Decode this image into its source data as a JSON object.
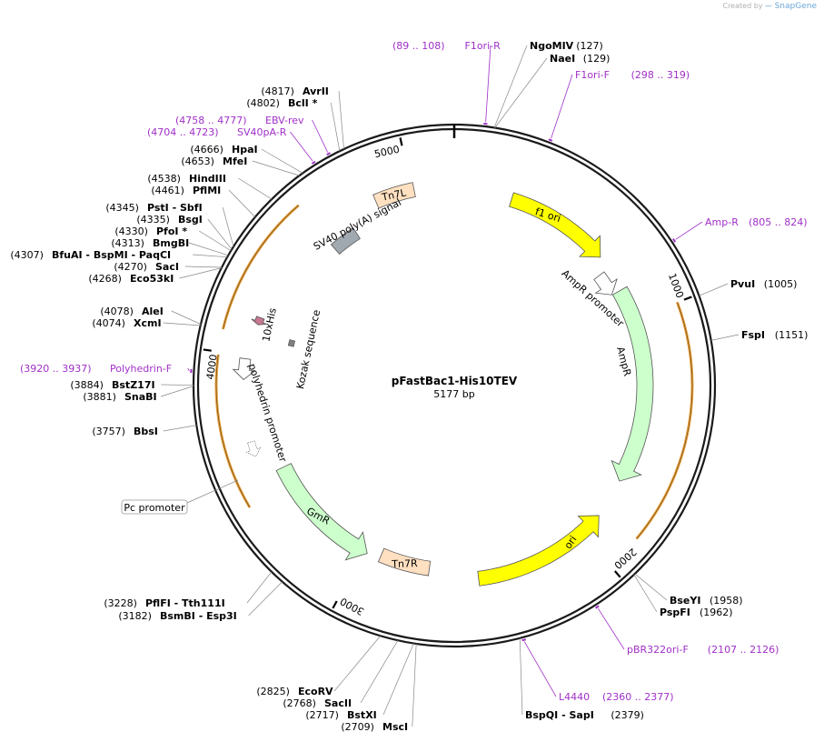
{
  "credit": {
    "prefix": "Created by",
    "brand": "SnapGene"
  },
  "plasmid": {
    "name": "pFastBac1-His10TEV",
    "size_label": "5177 bp",
    "length": 5177
  },
  "ticks": [
    {
      "bp": 1000,
      "label": "1000"
    },
    {
      "bp": 2000,
      "label": "2000"
    },
    {
      "bp": 3000,
      "label": "3000"
    },
    {
      "bp": 4000,
      "label": "4000"
    },
    {
      "bp": 5000,
      "label": "5000"
    }
  ],
  "sites": [
    {
      "name": "NgoMIV",
      "pos": "(127)",
      "bp": 127
    },
    {
      "name": "NaeI",
      "pos": "(129)",
      "bp": 129
    },
    {
      "name": "PvuI",
      "pos": "(1005)",
      "bp": 1005
    },
    {
      "name": "FspI",
      "pos": "(1151)",
      "bp": 1151
    },
    {
      "name": "BseYI",
      "pos": "(1958)",
      "bp": 1958
    },
    {
      "name": "PspFI",
      "pos": "(1962)",
      "bp": 1962
    },
    {
      "name": "BspQI - SapI",
      "pos": "(2379)",
      "bp": 2379
    },
    {
      "name": "MscI",
      "pos": "(2709)",
      "bp": 2709
    },
    {
      "name": "BstXI",
      "pos": "(2717)",
      "bp": 2717
    },
    {
      "name": "SacII",
      "pos": "(2768)",
      "bp": 2768
    },
    {
      "name": "EcoRV",
      "pos": "(2825)",
      "bp": 2825
    },
    {
      "name": "BsmBI - Esp3I",
      "pos": "(3182)",
      "bp": 3182
    },
    {
      "name": "PflFI - Tth111I",
      "pos": "(3228)",
      "bp": 3228
    },
    {
      "name": "BbsI",
      "pos": "(3757)",
      "bp": 3757
    },
    {
      "name": "SnaBI",
      "pos": "(3881)",
      "bp": 3881
    },
    {
      "name": "BstZ17I",
      "pos": "(3884)",
      "bp": 3884
    },
    {
      "name": "XcmI",
      "pos": "(4074)",
      "bp": 4074
    },
    {
      "name": "AleI",
      "pos": "(4078)",
      "bp": 4078
    },
    {
      "name": "Eco53kI",
      "pos": "(4268)",
      "bp": 4268
    },
    {
      "name": "SacI",
      "pos": "(4270)",
      "bp": 4270
    },
    {
      "name": "BfuAI - BspMI - PaqCI",
      "pos": "(4307)",
      "bp": 4307
    },
    {
      "name": "BmgBI",
      "pos": "(4313)",
      "bp": 4313
    },
    {
      "name": "PfoI *",
      "pos": "(4330)",
      "bp": 4330
    },
    {
      "name": "BsgI",
      "pos": "(4335)",
      "bp": 4335
    },
    {
      "name": "PstI - SbfI",
      "pos": "(4345)",
      "bp": 4345
    },
    {
      "name": "PflMI",
      "pos": "(4461)",
      "bp": 4461
    },
    {
      "name": "HindIII",
      "pos": "(4538)",
      "bp": 4538
    },
    {
      "name": "MfeI",
      "pos": "(4653)",
      "bp": 4653
    },
    {
      "name": "HpaI",
      "pos": "(4666)",
      "bp": 4666
    },
    {
      "name": "BclI *",
      "pos": "(4802)",
      "bp": 4802
    },
    {
      "name": "AvrII",
      "pos": "(4817)",
      "bp": 4817
    }
  ],
  "primers": [
    {
      "name": "F1ori-R",
      "range": "(89 .. 108)",
      "bp": 98
    },
    {
      "name": "F1ori-F",
      "range": "(298 .. 319)",
      "bp": 308
    },
    {
      "name": "Amp-R",
      "range": "(805 .. 824)",
      "bp": 814
    },
    {
      "name": "pBR322ori-F",
      "range": "(2107 .. 2126)",
      "bp": 2116
    },
    {
      "name": "L4440",
      "range": "(2360 .. 2377)",
      "bp": 2368
    },
    {
      "name": "Polyhedrin-F",
      "range": "(3920 .. 3937)",
      "bp": 3928
    },
    {
      "name": "SV40pA-R",
      "range": "(4704 .. 4723)",
      "bp": 4713
    },
    {
      "name": "EBV-rev",
      "range": "(4758 .. 4777)",
      "bp": 4767
    }
  ],
  "features": [
    {
      "name": "f1 ori",
      "start": 246,
      "end": 701,
      "color": "#ffff00"
    },
    {
      "name": "AmpR promoter",
      "start": 760,
      "end": 864,
      "color": "#ffffff"
    },
    {
      "name": "AmpR",
      "start": 866,
      "end": 1726,
      "color": "#ccffcc"
    },
    {
      "name": "ori",
      "start": 1897,
      "end": 2485,
      "color": "#ffff00"
    },
    {
      "name": "Tn7R",
      "start": 2700,
      "end": 2924,
      "color": "#ffe0c0"
    },
    {
      "name": "GmR",
      "start": 2983,
      "end": 3516,
      "color": "#ccffcc"
    },
    {
      "name": "Pc promoter",
      "start": 3600,
      "end": 3640,
      "color": "#ffffff"
    },
    {
      "name": "polyhedrin promoter",
      "start": 3906,
      "end": 3988,
      "color": "#ffffff"
    },
    {
      "name": "10xHis",
      "start": 4130,
      "end": 4160,
      "color": "#c87890"
    },
    {
      "name": "Kozak sequence",
      "start": 4088,
      "end": 4097,
      "color": "#808080"
    },
    {
      "name": "SV40 poly(A) signal",
      "start": 4585,
      "end": 4707,
      "color": "#a0a8b0"
    },
    {
      "name": "Tn7L",
      "start": 4845,
      "end": 5010,
      "color": "#ffe0c0"
    }
  ],
  "colors": {
    "primer": "#a030c8",
    "orf_arc": "#e8a040",
    "backbone": "#1a1a1a"
  }
}
